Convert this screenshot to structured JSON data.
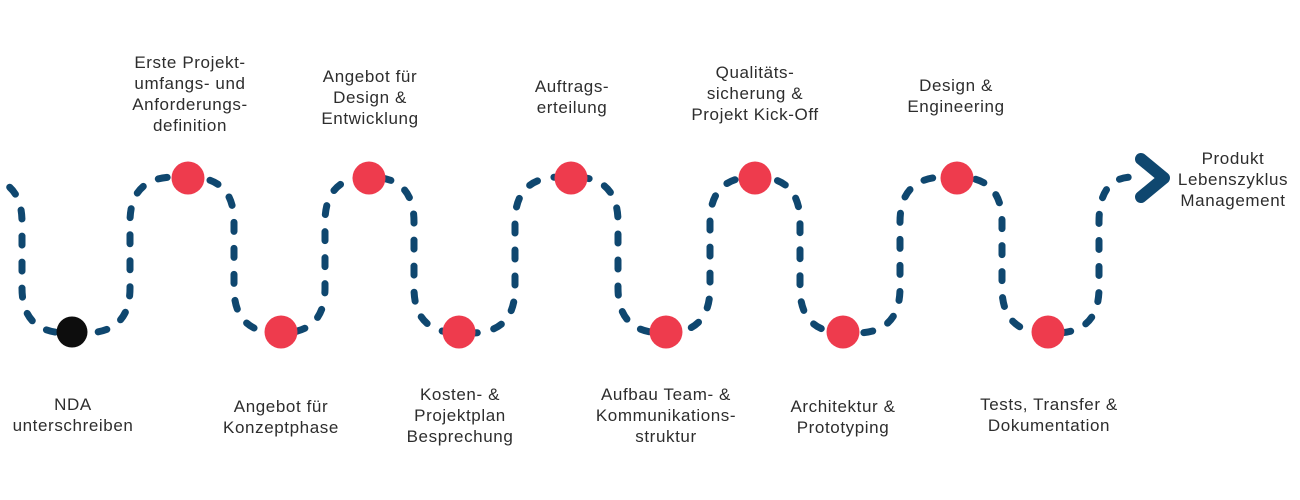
{
  "colors": {
    "path": "#0f476f",
    "milestone_dot": "#ee3b4d",
    "start_dot": "#0d0d0d",
    "label_text": "#2d2d2d",
    "background": "#ffffff"
  },
  "diagram": {
    "type": "process-journey-path",
    "language": "de",
    "milestones": [
      {
        "label": "NDA\nunterschreiben",
        "position": "bottom",
        "dot": "black"
      },
      {
        "label": "Erste Projekt-\numfangs- und\nAnforderungs-\ndefinition",
        "position": "top",
        "dot": "red"
      },
      {
        "label": "Angebot für\nKonzeptphase",
        "position": "bottom",
        "dot": "red"
      },
      {
        "label": "Angebot für\nDesign &\nEntwicklung",
        "position": "top",
        "dot": "red"
      },
      {
        "label": "Kosten- &\nProjektplan\nBesprechung",
        "position": "bottom",
        "dot": "red"
      },
      {
        "label": "Auftrags-\nerteilung",
        "position": "top",
        "dot": "red"
      },
      {
        "label": "Aufbau Team- &\nKommunikations-\nstruktur",
        "position": "bottom",
        "dot": "red"
      },
      {
        "label": "Qualitäts-\nsicherung &\nProjekt Kick-Off",
        "position": "top",
        "dot": "red"
      },
      {
        "label": "Architektur &\nPrototyping",
        "position": "bottom",
        "dot": "red"
      },
      {
        "label": "Design &\nEngineering",
        "position": "top",
        "dot": "red"
      },
      {
        "label": "Tests, Transfer &\nDokumentation",
        "position": "bottom",
        "dot": "red"
      }
    ],
    "end_label": "Produkt\nLebenszyklus\nManagement"
  }
}
